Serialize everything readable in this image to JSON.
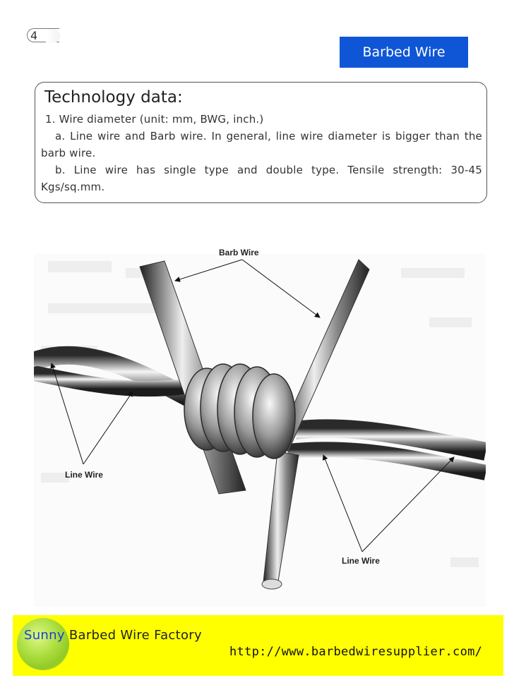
{
  "page": {
    "number": "4"
  },
  "header": {
    "tag": "Barbed Wire"
  },
  "technology": {
    "title": "Technology data:",
    "item1": "1. Wire diameter (unit: mm, BWG, inch.)",
    "item_a": "a. Line wire and Barb wire. In general, line wire diameter is bigger than the barb wire.",
    "item_b": "b. Line wire has single type and double type. Tensile strength: 30-45 Kgs/sq.mm."
  },
  "figure": {
    "label_barb": "Barb Wire",
    "label_line_left": "Line Wire",
    "label_line_right": "Line Wire"
  },
  "footer": {
    "brand_first": "Sunny",
    "brand_rest": "Barbed Wire Factory",
    "url": "http://www.barbedwiresupplier.com/"
  },
  "colors": {
    "tag_bg": "#0e56d6",
    "footer_bg": "#ffff00",
    "brand_accent": "#1b3fd0"
  }
}
